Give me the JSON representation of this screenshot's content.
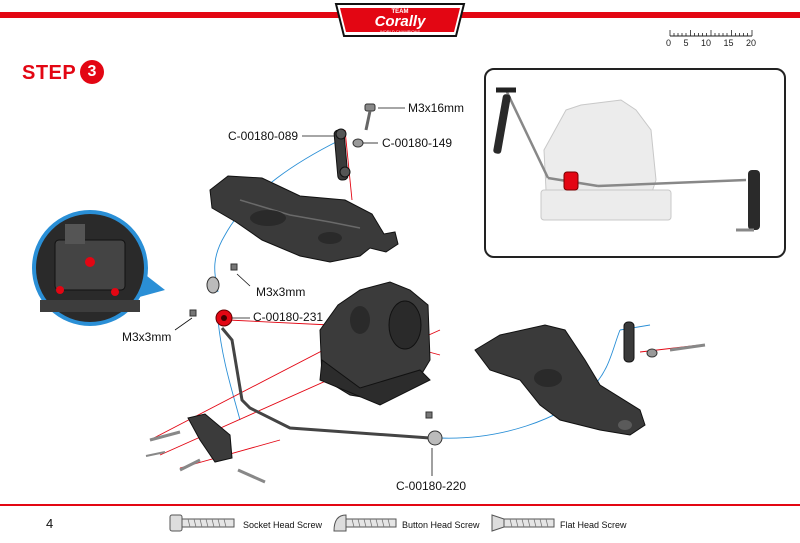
{
  "brand": {
    "team": "TEAM",
    "name": "Corally",
    "tagline": "WORLD CHAMPIONS",
    "accent": "#e30613"
  },
  "scale": {
    "ticks": [
      "0",
      "5",
      "10",
      "15",
      "20"
    ]
  },
  "step": {
    "label": "STEP",
    "number": "3"
  },
  "parts": {
    "m3x16": "M3x16mm",
    "c089": "C-00180-089",
    "c149": "C-00180-149",
    "m3x3_upper": "M3x3mm",
    "c231": "C-00180-231",
    "m3x3_left": "M3x3mm",
    "c220": "C-00180-220"
  },
  "footer": {
    "page": "4",
    "legend": [
      "Socket Head Screw",
      "Button Head Screw",
      "Flat Head Screw"
    ]
  }
}
